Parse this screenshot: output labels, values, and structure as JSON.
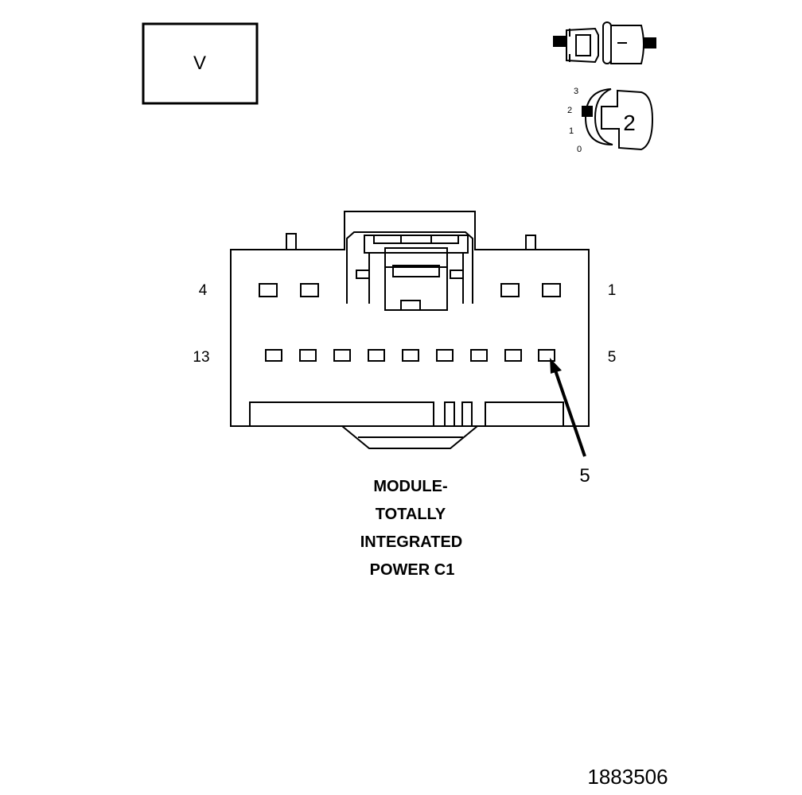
{
  "view_box": {
    "label": "V"
  },
  "key_icon": {
    "scale_marks": [
      "3",
      "2",
      "1",
      "0"
    ],
    "position": "2"
  },
  "connector": {
    "pin_labels": {
      "top_left": "4",
      "top_right": "1",
      "bottom_left": "13",
      "bottom_right": "5"
    },
    "callout": "5"
  },
  "caption_lines": [
    "MODULE-",
    "TOTALLY",
    "INTEGRATED",
    "POWER C1"
  ],
  "figure_number": "1883506"
}
